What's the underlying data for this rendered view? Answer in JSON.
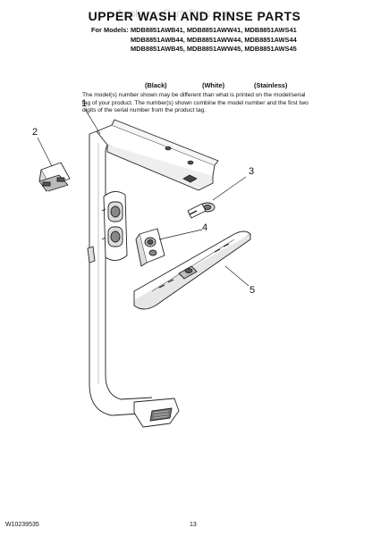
{
  "header": {
    "title": "UPPER WASH AND RINSE PARTS",
    "watermark": "AppliancePartsPros.com",
    "models_label": "For Models:",
    "model_rows": [
      [
        "MDB8851AWB41,",
        "MDB8851AWW41,",
        "MDB8851AWS41"
      ],
      [
        "MDB8851AWB44,",
        "MDB8851AWW44,",
        "MDB8851AWS44"
      ],
      [
        "MDB8851AWB45,",
        "MDB8851AWW45,",
        "MDB8851AWS45"
      ]
    ],
    "colors": [
      "(Black)",
      "(White)",
      "(Stainless)"
    ],
    "note": "The model(s) number shown may be different than what is printed on the model/serial tag of your product. The number(s) shown combine the model number and the first two digits of the serial number from the product tag."
  },
  "callouts": [
    "1",
    "2",
    "3",
    "4",
    "5"
  ],
  "footer": {
    "doc_number": "W10239535",
    "page_number": "13"
  }
}
